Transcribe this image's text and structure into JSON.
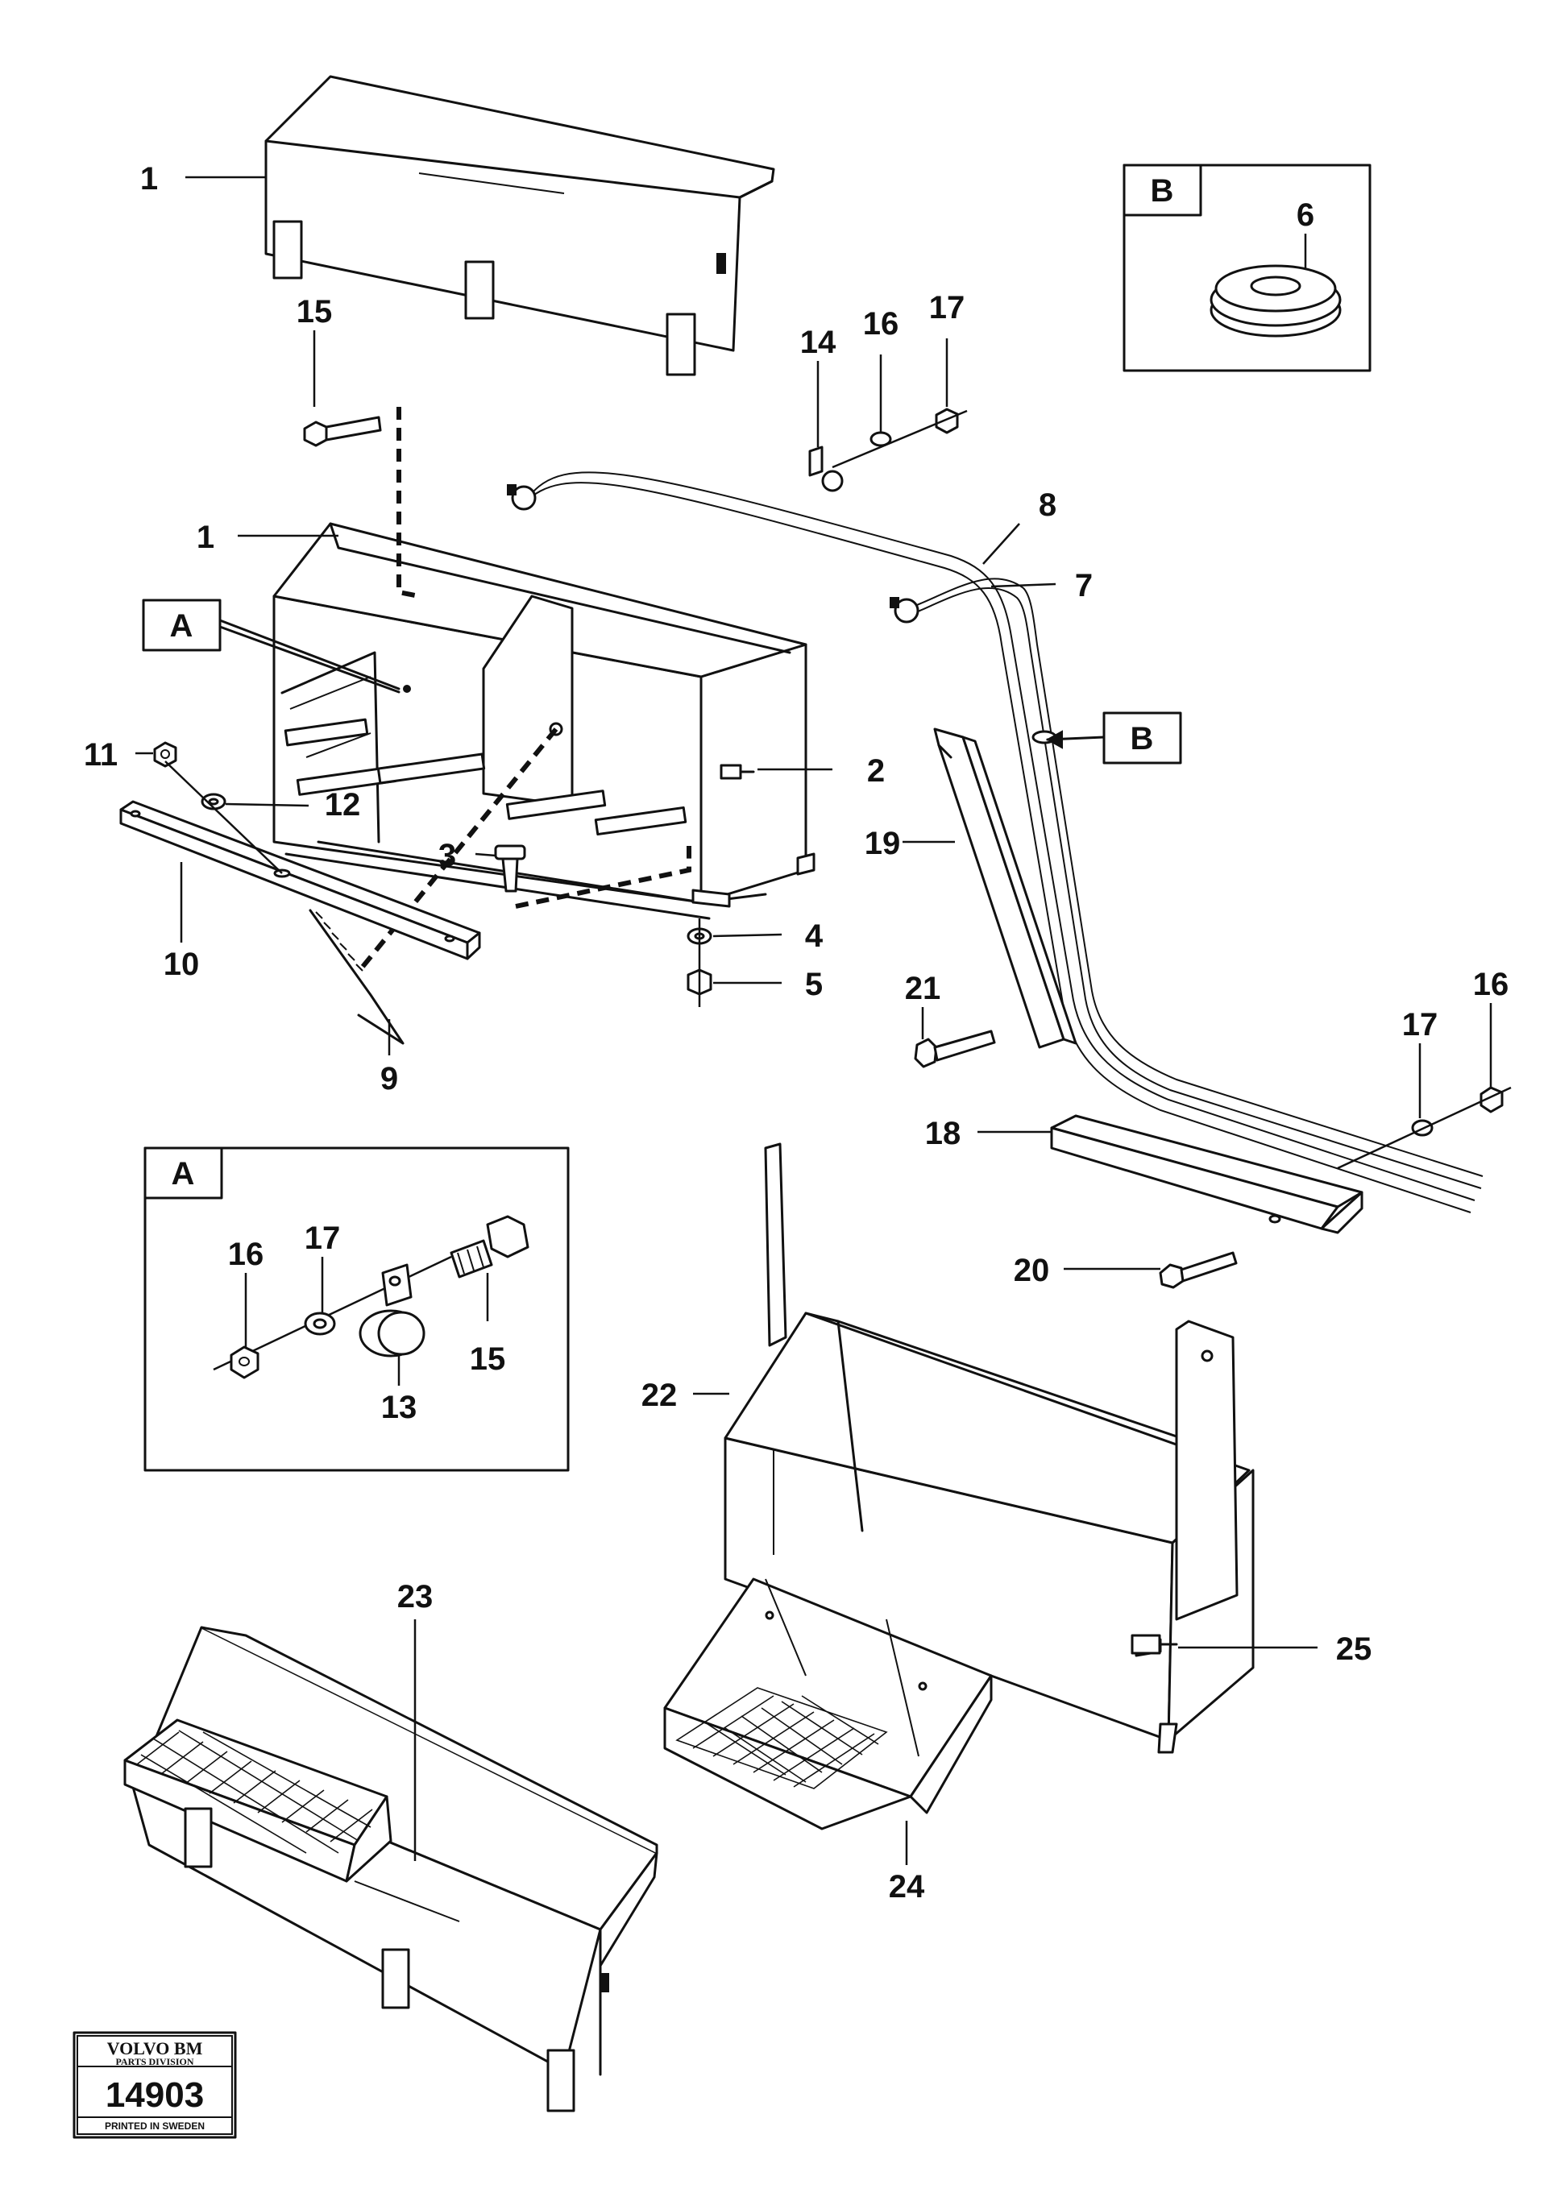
{
  "callouts": [
    {
      "id": "c1a",
      "text": "1"
    },
    {
      "id": "c1b",
      "text": "1"
    },
    {
      "id": "c2",
      "text": "2"
    },
    {
      "id": "c3",
      "text": "3"
    },
    {
      "id": "c4",
      "text": "4"
    },
    {
      "id": "c5",
      "text": "5"
    },
    {
      "id": "c6",
      "text": "6"
    },
    {
      "id": "c7",
      "text": "7"
    },
    {
      "id": "c8",
      "text": "8"
    },
    {
      "id": "c9",
      "text": "9"
    },
    {
      "id": "c10",
      "text": "10"
    },
    {
      "id": "c11",
      "text": "11"
    },
    {
      "id": "c12",
      "text": "12"
    },
    {
      "id": "c13",
      "text": "13"
    },
    {
      "id": "c14",
      "text": "14"
    },
    {
      "id": "c15a",
      "text": "15"
    },
    {
      "id": "c15b",
      "text": "15"
    },
    {
      "id": "c16a",
      "text": "16"
    },
    {
      "id": "c16b",
      "text": "16"
    },
    {
      "id": "c16c",
      "text": "16"
    },
    {
      "id": "c17a",
      "text": "17"
    },
    {
      "id": "c17b",
      "text": "17"
    },
    {
      "id": "c17c",
      "text": "17"
    },
    {
      "id": "c18",
      "text": "18"
    },
    {
      "id": "c19",
      "text": "19"
    },
    {
      "id": "c20",
      "text": "20"
    },
    {
      "id": "c21",
      "text": "21"
    },
    {
      "id": "c22",
      "text": "22"
    },
    {
      "id": "c23",
      "text": "23"
    },
    {
      "id": "c24",
      "text": "24"
    },
    {
      "id": "c25",
      "text": "25"
    }
  ],
  "detail_boxes": {
    "a_label": "A",
    "b_label": "B",
    "a_ref": "A",
    "b_ref": "B"
  },
  "logo": {
    "brand": "VOLVO BM",
    "division": "PARTS DIVISION",
    "number": "14903",
    "printed": "PRINTED IN SWEDEN"
  }
}
